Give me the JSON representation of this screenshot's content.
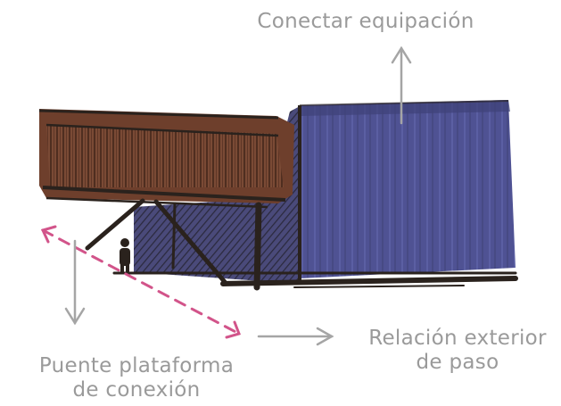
{
  "annotations": {
    "top": "Conectar equipación",
    "right": [
      "Relación exterior",
      "de paso"
    ],
    "left": [
      "Puente plataforma",
      "de conexión"
    ]
  },
  "colors": {
    "label_gray": "#9a9a9a",
    "arrow_gray": "#a5a5a5",
    "volume_blue": "#4c4f8f",
    "bridge_brown": "#7b4b37",
    "dashed_path_pink": "#d2548a",
    "ink": "#2a221d"
  }
}
